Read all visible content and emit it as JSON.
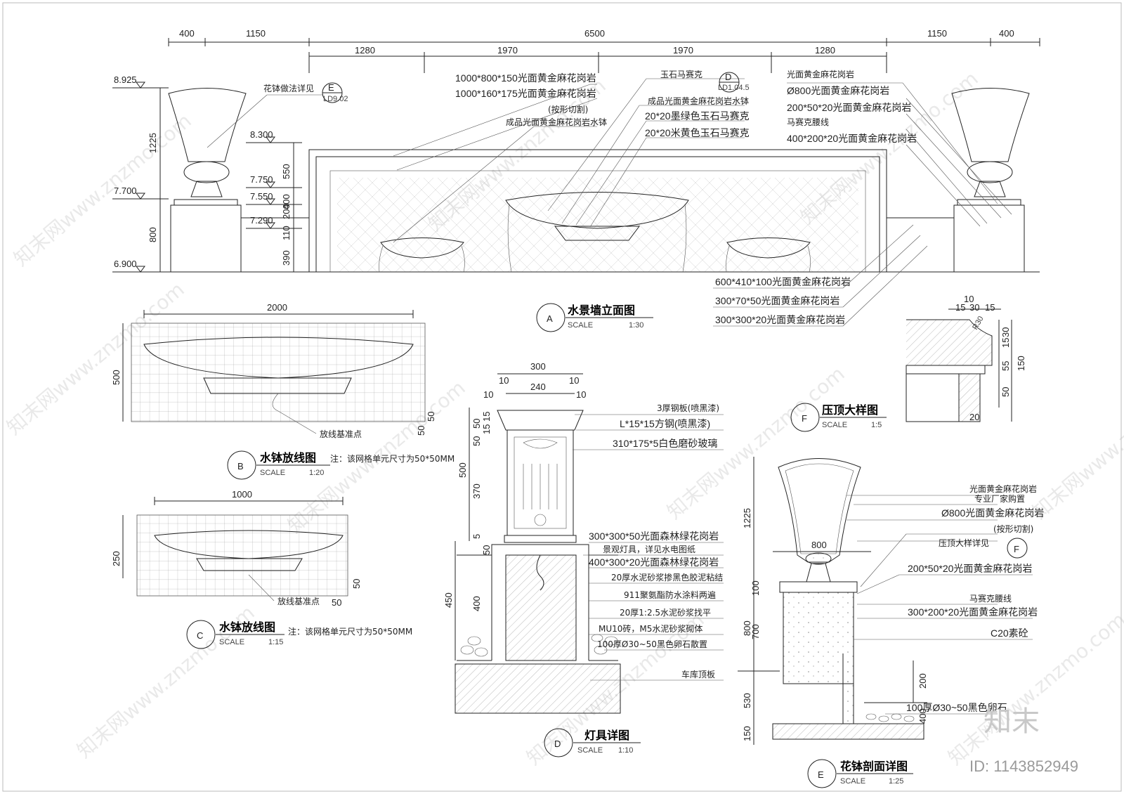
{
  "elevation": {
    "top_dims": [
      "400",
      "1150",
      "6500",
      "1150",
      "400"
    ],
    "sub_dims": [
      "1280",
      "1970",
      "1970",
      "1280"
    ],
    "levels": [
      "8.925",
      "8.300",
      "7.750",
      "7.550",
      "7.700",
      "7.290",
      "6.900"
    ],
    "left_dims": [
      "1225",
      "800"
    ],
    "mid_dims": [
      "550",
      "400",
      "200",
      "110",
      "390"
    ],
    "notes_left": [
      "1000*800*150光面黄金麻花岗岩",
      "1000*160*175光面黄金麻花岗岩",
      "(按形切割)",
      "成品光面黄金麻花岗岩水钵"
    ],
    "note_flowerpot": "花钵做法详见",
    "ref_e_letter": "E",
    "ref_e_code": "LD9.02",
    "ref_d_letter": "D",
    "ref_d_code": "LD1.04.5",
    "notes_mid": [
      "玉石马赛克",
      "成品光面黄金麻花岗岩水钵",
      "20*20墨绿色玉石马赛克",
      "20*20米黄色玉石马赛克"
    ],
    "notes_right": [
      "光面黄金麻花岗岩",
      "Ø800光面黄金麻花岗岩",
      "200*50*20光面黄金麻花岗岩",
      "马赛克腰线",
      "400*200*20光面黄金麻花岗岩"
    ],
    "notes_bottom": [
      "600*410*100光面黄金麻花岗岩",
      "300*70*50光面黄金麻花岗岩",
      "300*300*20光面黄金麻花岗岩"
    ],
    "title_letter": "A",
    "title": "水景墙立面图",
    "scale_label": "SCALE",
    "scale": "1:30"
  },
  "bowl_b": {
    "width_dim": "2000",
    "height_dim": "500",
    "small_dims": [
      "50",
      "50"
    ],
    "base_point": "放线基准点",
    "title_letter": "B",
    "title": "水钵放线图",
    "note": "注：该网格单元尺寸为50*50MM",
    "scale_label": "SCALE",
    "scale": "1:20"
  },
  "bowl_c": {
    "width_dim": "1000",
    "height_dim": "250",
    "small_dims": [
      "50",
      "50"
    ],
    "base_point": "放线基准点",
    "title_letter": "C",
    "title": "水钵放线图",
    "note": "注：该网格单元尺寸为50*50MM",
    "scale_label": "SCALE",
    "scale": "1:15"
  },
  "lamp_d": {
    "top_dims": [
      "300",
      "240",
      "10",
      "10",
      "10",
      "10"
    ],
    "side_dims": [
      "15",
      "15",
      "50",
      "50",
      "500",
      "370",
      "5",
      "50",
      "450",
      "400"
    ],
    "notes": [
      "3厚钢板(喷黑漆)",
      "L*15*15方钢(喷黑漆)",
      "310*175*5白色磨砂玻璃",
      "300*300*50光面森林绿花岗岩",
      "景观灯具，详见水电图纸",
      "400*300*20光面森林绿花岗岩",
      "20厚水泥砂浆掺黑色胶泥粘结",
      "911聚氨酯防水涂料两遍",
      "20厚1:2.5水泥砂浆找平",
      "MU10砖，M5水泥砂浆砌体",
      "100厚Ø30~50黑色卵石散置",
      "车库顶板"
    ],
    "title_letter": "D",
    "title": "灯具详图",
    "scale_label": "SCALE",
    "scale": "1:10"
  },
  "coping_f": {
    "top_dims": [
      "10",
      "15",
      "30",
      "15"
    ],
    "radius": "R30",
    "side_dims": [
      "30",
      "15",
      "55",
      "150",
      "50"
    ],
    "bottom_dim": "20",
    "title_letter": "F",
    "title": "压顶大样图",
    "scale_label": "SCALE",
    "scale": "1:5"
  },
  "flowerpot_e": {
    "width_dim": "800",
    "side_dims": [
      "1225",
      "100",
      "800",
      "700",
      "530",
      "150"
    ],
    "right_dims": [
      "200",
      "400"
    ],
    "notes": [
      "光面黄金麻花岗岩",
      "专业厂家购置",
      "Ø800光面黄金麻花岗岩",
      "(按形切割)",
      "压顶大样详见",
      "200*50*20光面黄金麻花岗岩",
      "马赛克腰线",
      "300*200*20光面黄金麻花岗岩",
      "C20素砼",
      "100厚Ø30~50黑色卵石"
    ],
    "ref_letter": "F",
    "title_letter": "E",
    "title": "花钵剖面详图",
    "scale_label": "SCALE",
    "scale": "1:25"
  },
  "watermark": {
    "text": "知末网www.znzmo.com",
    "brand": "知末",
    "id": "ID: 1143852949"
  }
}
